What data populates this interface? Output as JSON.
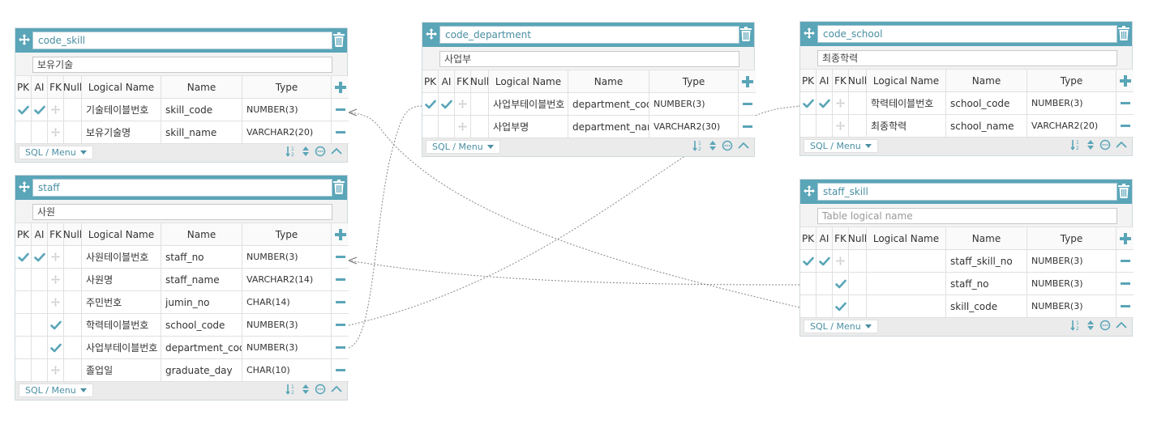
{
  "columns_header": {
    "pk": "PK",
    "ai": "AI",
    "fk": "FK",
    "null": "Null",
    "logical": "Logical Name",
    "name": "Name",
    "type": "Type"
  },
  "footer": {
    "sql_menu": "SQL / Menu"
  },
  "colors": {
    "header": "#5aa5b8",
    "check": "#5aa5b8",
    "minus": "#5aa5b8",
    "line": "#888888"
  },
  "tables": {
    "code_skill": {
      "name": "code_skill",
      "logical": "보유기술",
      "columns": [
        {
          "pk": true,
          "ai": true,
          "fk": false,
          "logical": "기술테이블번호",
          "name": "skill_code",
          "type": "NUMBER(3)"
        },
        {
          "pk": false,
          "ai": false,
          "fk": false,
          "logical": "보유기술명",
          "name": "skill_name",
          "type": "VARCHAR2(20)"
        }
      ]
    },
    "code_department": {
      "name": "code_department",
      "logical": "사업부",
      "columns": [
        {
          "pk": true,
          "ai": true,
          "fk": false,
          "logical": "사업부테이블번호",
          "name": "department_code",
          "type": "NUMBER(3)"
        },
        {
          "pk": false,
          "ai": false,
          "fk": false,
          "logical": "사업부명",
          "name": "department_name",
          "type": "VARCHAR2(30)"
        }
      ]
    },
    "code_school": {
      "name": "code_school",
      "logical": "최종학력",
      "columns": [
        {
          "pk": true,
          "ai": true,
          "fk": false,
          "logical": "학력테이블번호",
          "name": "school_code",
          "type": "NUMBER(3)"
        },
        {
          "pk": false,
          "ai": false,
          "fk": false,
          "logical": "최종학력",
          "name": "school_name",
          "type": "VARCHAR2(20)"
        }
      ]
    },
    "staff": {
      "name": "staff",
      "logical": "사원",
      "columns": [
        {
          "pk": true,
          "ai": true,
          "fk": false,
          "logical": "사원테이블번호",
          "name": "staff_no",
          "type": "NUMBER(3)"
        },
        {
          "pk": false,
          "ai": false,
          "fk": false,
          "logical": "사원명",
          "name": "staff_name",
          "type": "VARCHAR2(14)"
        },
        {
          "pk": false,
          "ai": false,
          "fk": false,
          "logical": "주민번호",
          "name": "jumin_no",
          "type": "CHAR(14)"
        },
        {
          "pk": false,
          "ai": false,
          "fk": true,
          "logical": "학력테이블번호",
          "name": "school_code",
          "type": "NUMBER(3)"
        },
        {
          "pk": false,
          "ai": false,
          "fk": true,
          "logical": "사업부테이블번호",
          "name": "department_code",
          "type": "NUMBER(3)"
        },
        {
          "pk": false,
          "ai": false,
          "fk": false,
          "logical": "졸업일",
          "name": "graduate_day",
          "type": "CHAR(10)"
        }
      ]
    },
    "staff_skill": {
      "name": "staff_skill",
      "logical": "",
      "logical_placeholder": "Table logical name",
      "columns": [
        {
          "pk": true,
          "ai": true,
          "fk": false,
          "logical": "",
          "name": "staff_skill_no",
          "type": "NUMBER(3)"
        },
        {
          "pk": false,
          "ai": false,
          "fk": true,
          "logical": "",
          "name": "staff_no",
          "type": "NUMBER(3)"
        },
        {
          "pk": false,
          "ai": false,
          "fk": true,
          "logical": "",
          "name": "skill_code",
          "type": "NUMBER(3)"
        }
      ]
    }
  }
}
